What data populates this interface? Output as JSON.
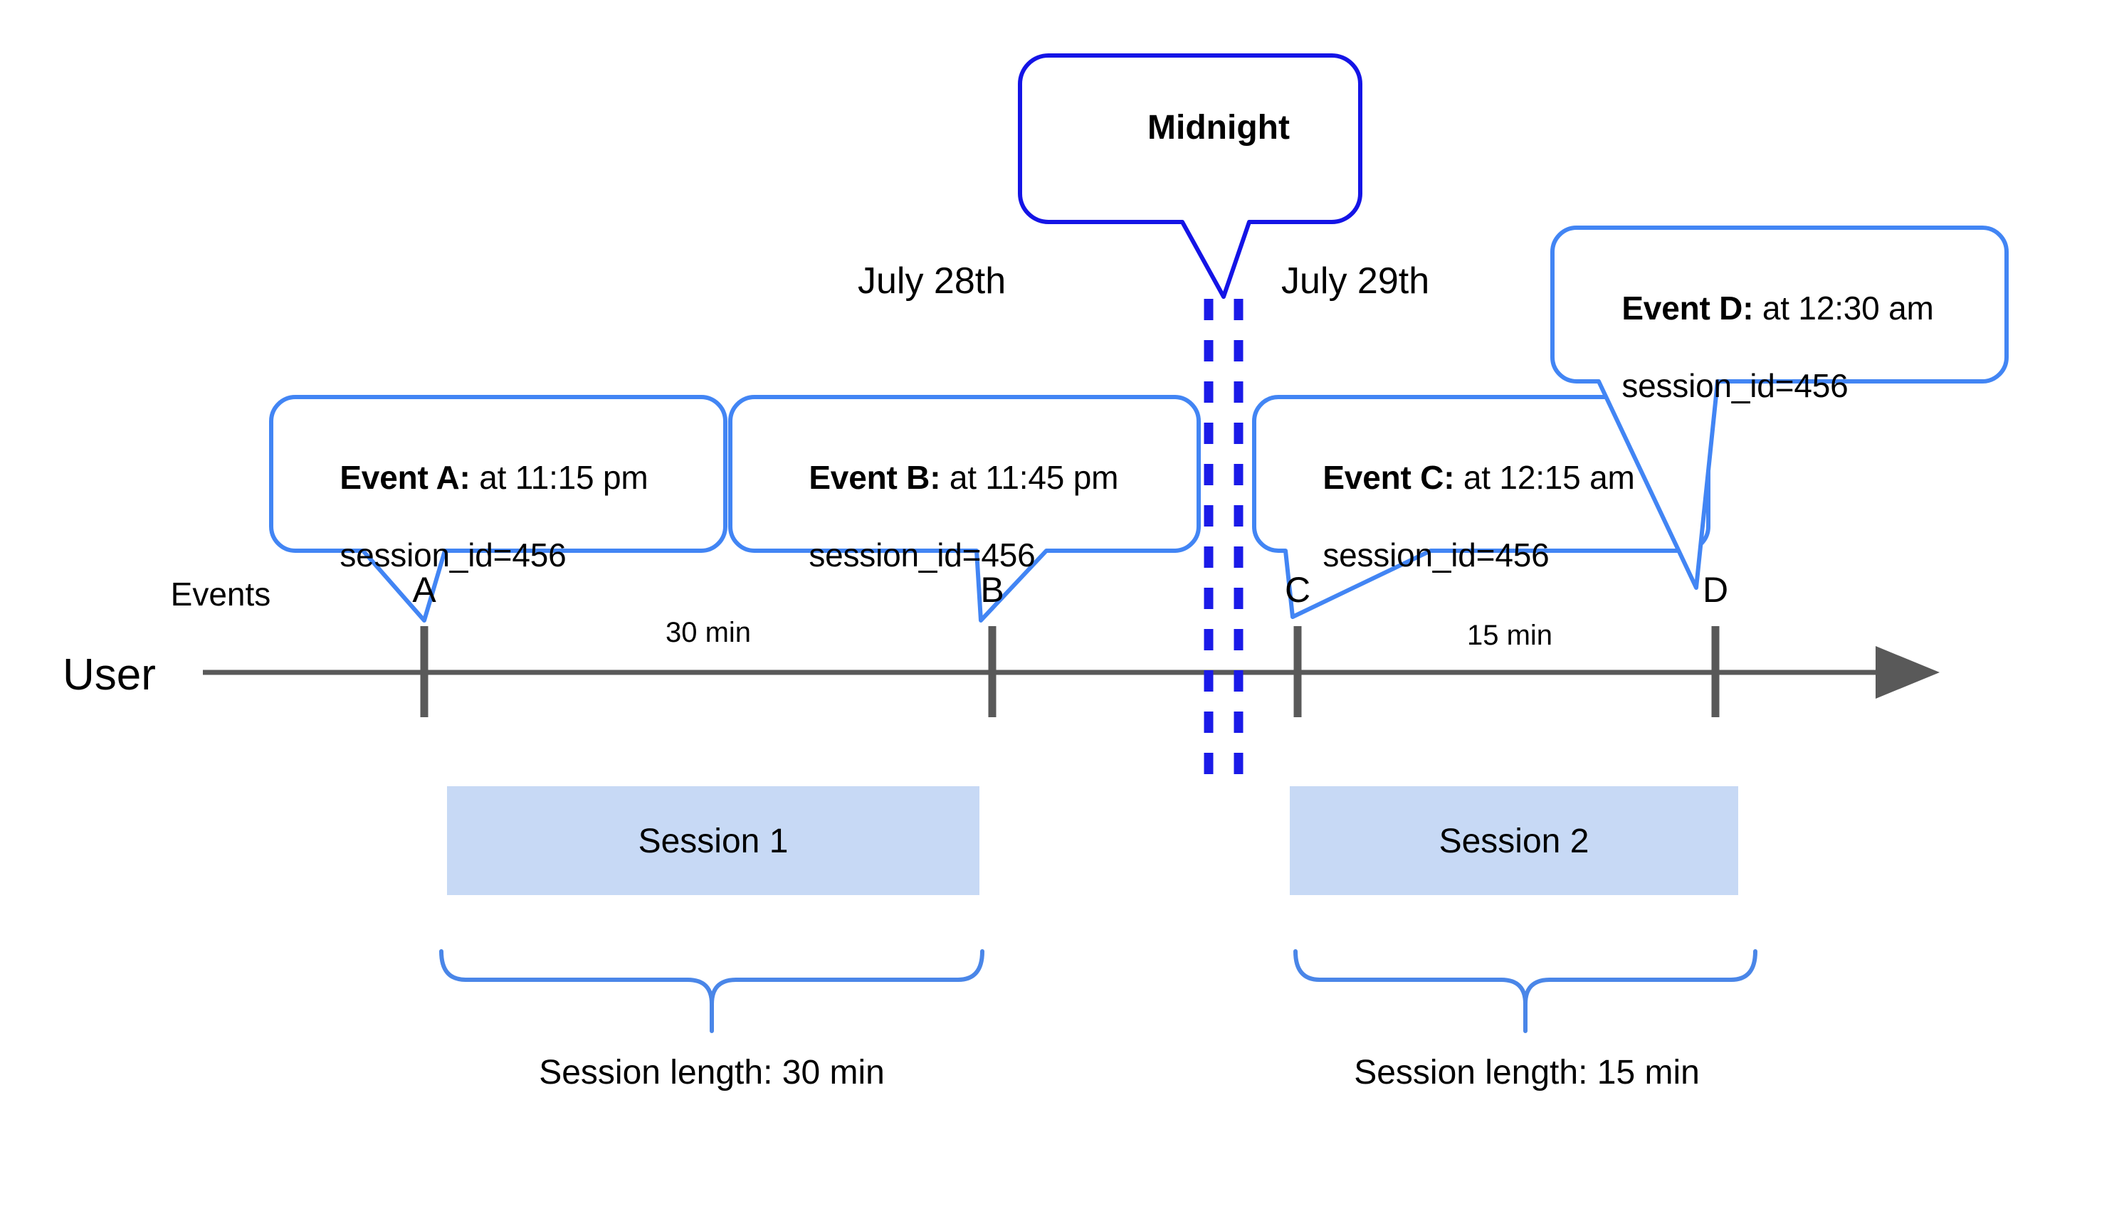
{
  "diagram": {
    "title_concept": "Sessionization across midnight",
    "colors": {
      "callout_border": "#4285F4",
      "midnight_border": "#1414E6",
      "midnight_dashed": "#1A1AE8",
      "axis": "#595959",
      "session_bar_fill": "#C7D9F5",
      "brace": "#4A86E8",
      "text": "#000000"
    },
    "row_labels": {
      "events": "Events",
      "user": "User"
    },
    "day_labels": [
      {
        "text": "July 28th"
      },
      {
        "text": "July 29th"
      }
    ],
    "midnight_callout": {
      "text": "Midnight"
    },
    "events": [
      {
        "tick": "A",
        "label": "Event A:",
        "detail": " at 11:15 pm",
        "line2": "session_id=456"
      },
      {
        "tick": "B",
        "label": "Event B:",
        "detail": " at 11:45 pm",
        "line2": "session_id=456"
      },
      {
        "tick": "C",
        "label": "Event C:",
        "detail": " at 12:15 am",
        "line2": "session_id=456"
      },
      {
        "tick": "D",
        "label": "Event D:",
        "detail": " at 12:30 am",
        "line2": "session_id=456"
      }
    ],
    "gap_labels": [
      {
        "text": "30 min"
      },
      {
        "text": "15 min"
      }
    ],
    "sessions": [
      {
        "bar_label": "Session 1",
        "length_label": "Session length: 30 min"
      },
      {
        "bar_label": "Session 2",
        "length_label": "Session length: 15 min"
      }
    ]
  }
}
